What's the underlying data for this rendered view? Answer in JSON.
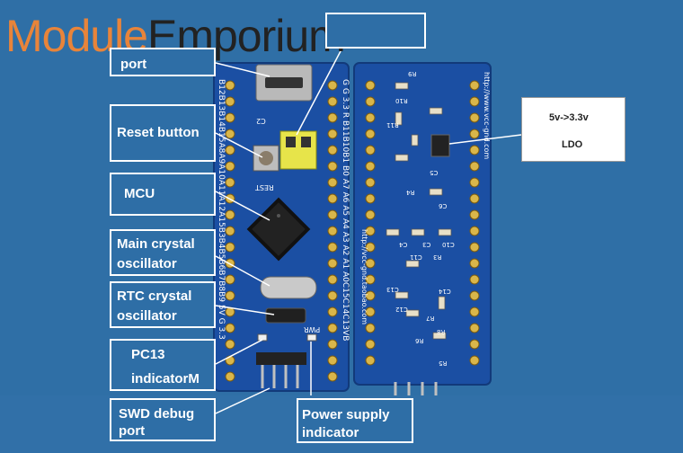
{
  "logo": {
    "part1": "Module",
    "part2": "Emporium"
  },
  "callouts": {
    "port": "port",
    "reset": "Reset button",
    "mcu": "MCU",
    "main_crystal_1": "Main crystal",
    "main_crystal_2": "oscillator",
    "rtc_crystal_1": "RTC crystal",
    "rtc_crystal_2": "oscillator",
    "pc13_1": "PC13",
    "pc13_2": "indicatorM",
    "swd_1": "SWD debug",
    "swd_2": "port",
    "power_1": "Power supply",
    "power_2": "indicator",
    "ldo_1": "5v->3.3v",
    "ldo_2": "LDO"
  },
  "board": {
    "left_header_labels": "B12B13B14B15A8A9A10A11A12A15B3B4B5B6B7B8B9 5V G 3.3",
    "right_header_labels": "G G 3.3 R B11B10B1 B0 A7 A6 A5 A4 A3 A2 A1 A0C15C14C13VB",
    "url_left": "http://vcc-gnd.taobao.com",
    "url_right": "http://www.vcc-gnd.com",
    "silk_reset": "REST",
    "silk_c2": "C2",
    "silk_pwr": "PWR",
    "components": [
      "R9",
      "R10",
      "R11",
      "R4",
      "C6",
      "C5",
      "C4",
      "C3",
      "C10",
      "C11",
      "R3",
      "C12",
      "C13",
      "C14",
      "R7",
      "R8",
      "R6",
      "R5"
    ]
  },
  "colors": {
    "background": "#2f6fa6",
    "pcb": "#1b4fa3",
    "logo_orange": "#e8843a"
  }
}
